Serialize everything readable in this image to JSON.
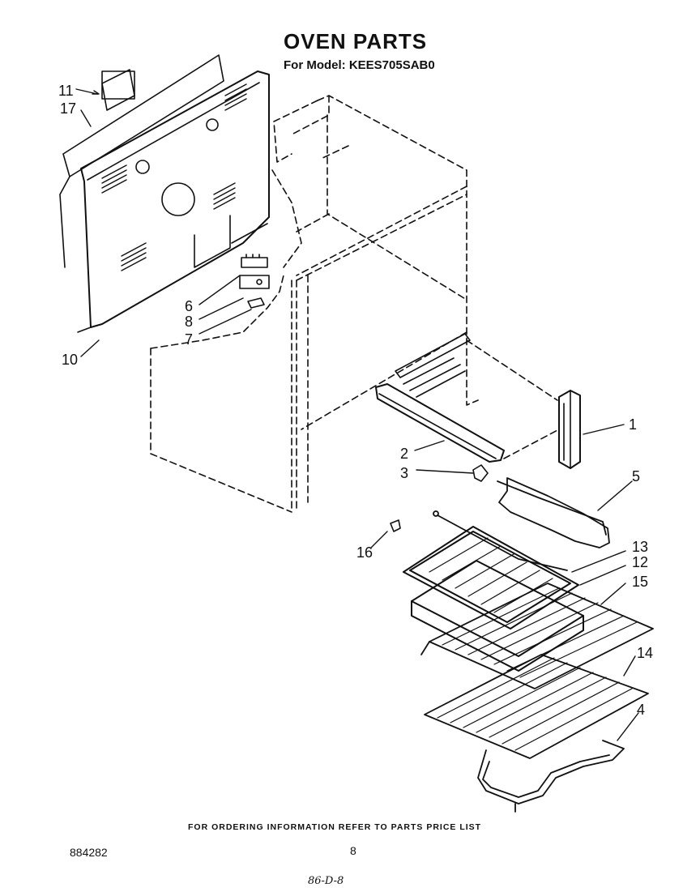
{
  "header": {
    "title": "OVEN PARTS",
    "model_line": "For Model: KEES705SAB0"
  },
  "callouts": [
    "1",
    "2",
    "3",
    "4",
    "5",
    "6",
    "7",
    "8",
    "10",
    "11",
    "12",
    "13",
    "14",
    "15",
    "16",
    "17"
  ],
  "footer": {
    "ordering_note": "FOR ORDERING INFORMATION REFER TO PARTS PRICE LIST",
    "document_number": "884282",
    "page_number": "8",
    "handwritten_note": "86-D-8"
  }
}
